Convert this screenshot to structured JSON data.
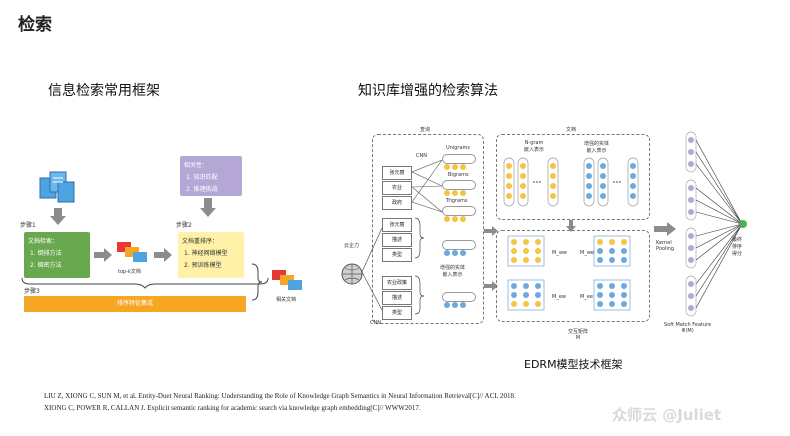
{
  "slide_title": "检索",
  "left": {
    "title": "信息检索常用框架",
    "step1": "步骤1",
    "step2": "步骤2",
    "step3": "步骤3",
    "green_box": {
      "title": "文档检索：",
      "items": [
        "1. 倒排方法",
        "2. 稠密方法"
      ]
    },
    "topk_label": "top-k文档",
    "purple_box": {
      "title": "相关性：",
      "items": [
        "1. 知识匹配",
        "2. 推理挑战"
      ]
    },
    "yellow_box": {
      "title": "文档重排序：",
      "items": [
        "1. 神经网络模型",
        "2. 预训练模型"
      ]
    },
    "orange_bar": "排序特征集成",
    "related_docs": "相关文档",
    "colors": {
      "green": "#6aa84f",
      "yellow": "#fff2a8",
      "purple": "#b4a7d6",
      "orange": "#f6a623",
      "gray_arrow": "#8c8c8c"
    }
  },
  "right": {
    "title": "知识库增强的检索算法",
    "query_label": "查询",
    "doc_label": "文档",
    "cnn": "CNN",
    "cnn_bottom": "CNN",
    "unigrams": "Unigrams",
    "bigrams": "Bigrams",
    "trigrams": "Trigrams",
    "query_words": [
      "张元丽",
      "农业",
      "政府"
    ],
    "entity_desc": [
      "张元丽",
      "描述",
      "类型"
    ],
    "entity_desc2": [
      "农业政策",
      "描述",
      "类型"
    ],
    "kb_label": "云企力",
    "entity_embed": "增强的实体\n嵌入表示",
    "ngram_label": "N-gram\n嵌入表示",
    "doc_entity_label": "增强的实体\n嵌入表示",
    "matrix_labels": [
      "M_ww",
      "M_we",
      "M_ew",
      "M_ee"
    ],
    "translation_matrix": "交互矩阵\nM",
    "kernel_pooling": "Kernel\nPooling",
    "soft_match": "Soft Match Feature\nΦ(M)",
    "final_score": "最终\n排序\n得分",
    "caption": "EDRM模型技术框架"
  },
  "references": [
    "LIU Z, XIONG C, SUN M, et al. Entity-Duet Neural Ranking: Understanding the Role of Knowledge Graph Semantics in Neural Information Retrieval[C]// ACL 2018.",
    "XIONG C, POWER R, CALLAN J. Explicit semantic ranking for academic search via knowledge graph embedding[C]// WWW2017."
  ],
  "watermark": "众师云 @Juliet"
}
